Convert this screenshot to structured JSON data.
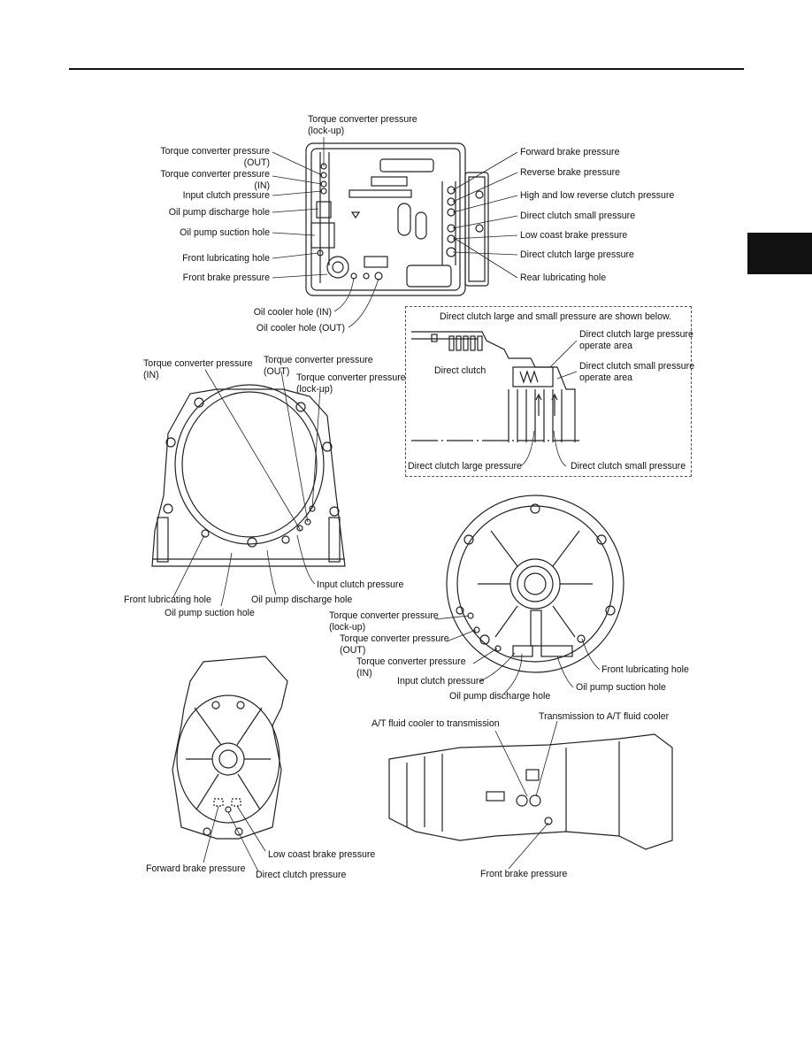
{
  "valve_body": {
    "top_label": "Torque converter pressure\n(lock-up)",
    "left_labels": [
      "Torque converter pressure\n(OUT)",
      "Torque converter pressure\n(IN)",
      "Input clutch pressure",
      "Oil pump discharge hole",
      "Oil pump suction hole",
      "Front lubricating hole",
      "Front brake pressure"
    ],
    "right_labels": [
      "Forward brake pressure",
      "Reverse brake pressure",
      "High and low reverse clutch pressure",
      "Direct clutch small pressure",
      "Low coast brake pressure",
      "Direct clutch large pressure",
      "Rear lubricating hole"
    ],
    "cooler_in": "Oil cooler hole (IN)",
    "cooler_out": "Oil cooler hole (OUT)"
  },
  "direct_clutch_detail": {
    "heading": "Direct clutch large and small pressure are shown below.",
    "clutch": "Direct clutch",
    "large_area": "Direct clutch large pressure\noperate area",
    "small_area": "Direct clutch small pressure\noperate area",
    "large_pressure": "Direct clutch large pressure",
    "small_pressure": "Direct clutch small pressure"
  },
  "converter_housing": {
    "tc_in": "Torque converter pressure\n(IN)",
    "tc_out": "Torque converter pressure\n(OUT)",
    "tc_lockup": "Torque converter pressure\n(lock-up)",
    "input_clutch": "Input clutch pressure",
    "front_lub": "Front lubricating hole",
    "suction": "Oil pump suction hole",
    "discharge": "Oil pump discharge hole"
  },
  "pump_face": {
    "tc_lockup": "Torque converter pressure\n(lock-up)",
    "tc_out": "Torque converter pressure\n(OUT)",
    "tc_in": "Torque converter pressure\n(IN)",
    "input_clutch": "Input clutch pressure",
    "discharge": "Oil pump discharge hole",
    "suction": "Oil pump suction hole",
    "front_lub": "Front lubricating hole"
  },
  "rear_case": {
    "forward_brake": "Forward brake pressure",
    "low_coast": "Low coast brake pressure",
    "direct_clutch": "Direct clutch pressure"
  },
  "side_view": {
    "cooler_to_trans": "A/T fluid cooler to transmission",
    "trans_to_cooler": "Transmission to A/T fluid cooler",
    "front_brake": "Front brake pressure"
  },
  "colors": {
    "ink": "#111111",
    "tab": "#111111",
    "paper": "#ffffff"
  }
}
